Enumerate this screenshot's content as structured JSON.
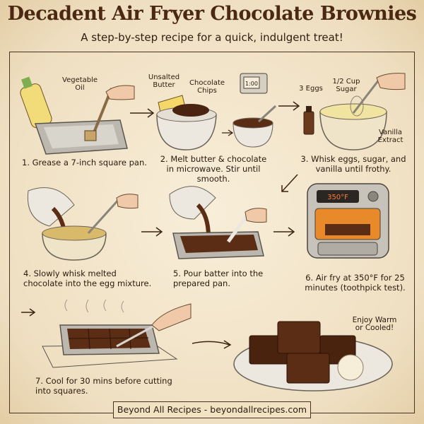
{
  "title": "Decadent Air Fryer Chocolate Brownies",
  "subtitle": "A step-by-step recipe for a quick, indulgent treat!",
  "steps": [
    {
      "caption": "1. Grease a 7-inch square pan.",
      "labels": [
        "Vegetable Oil"
      ]
    },
    {
      "caption": "2. Melt butter & chocolate in microwave. Stir until smooth.",
      "labels": [
        "Unsalted Butter",
        "Chocolate Chips"
      ],
      "microwave_display": "1:00"
    },
    {
      "caption": "3. Whisk eggs, sugar, and vanilla until frothy.",
      "labels": [
        "3 Eggs",
        "1/2 Cup Sugar",
        "Vanilla Extract"
      ]
    },
    {
      "caption": "4. Slowly whisk melted chocolate into the egg mixture."
    },
    {
      "caption": "5. Pour batter into the prepared pan."
    },
    {
      "caption": "6. Air fry at 350°F for 25 minutes (toothpick test).",
      "air_fryer_display": "350°F"
    },
    {
      "caption": "7. Cool for 30 mins before cutting into squares."
    }
  ],
  "serve_label": "Enjoy Warm or Cooled!",
  "footer": "Beyond All Recipes - beyondallrecipes.com",
  "colors": {
    "background": "#f3e7cf",
    "title": "#4a2812",
    "chocolate": "#5a2d14",
    "metal": "#a8a49c"
  }
}
